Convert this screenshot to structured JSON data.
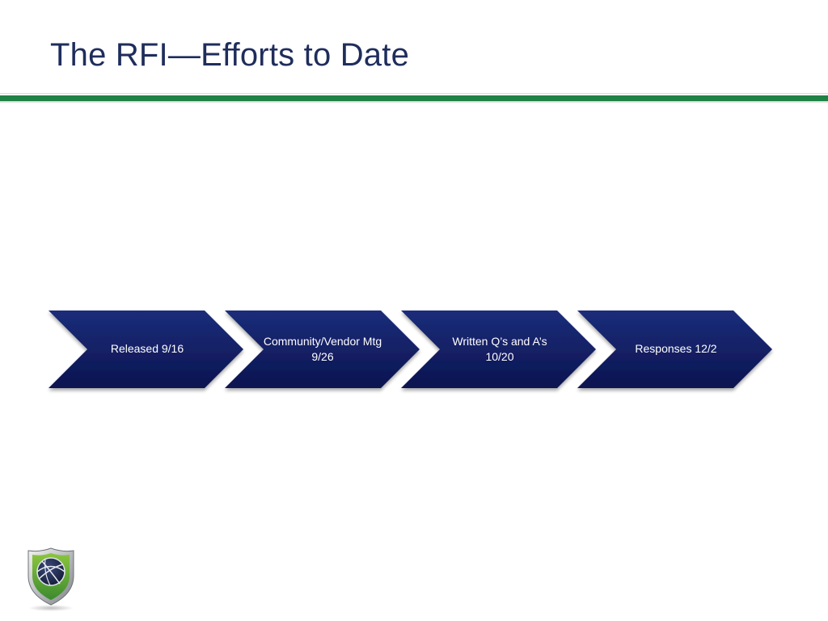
{
  "slide": {
    "title": "The RFI—Efforts to Date"
  },
  "process": {
    "steps": [
      {
        "label": "Released 9/16"
      },
      {
        "label": "Community/Vendor Mtg 9/26"
      },
      {
        "label": "Written Q’s and A’s 10/20"
      },
      {
        "label": "Responses 12/2"
      }
    ],
    "fill_top": "#1b2d7a",
    "fill_bottom": "#0c1450"
  },
  "colors": {
    "title_text": "#1f2d5c",
    "accent_rule": "#1e8145"
  },
  "logo": {
    "icon": "shield-globe-icon"
  }
}
